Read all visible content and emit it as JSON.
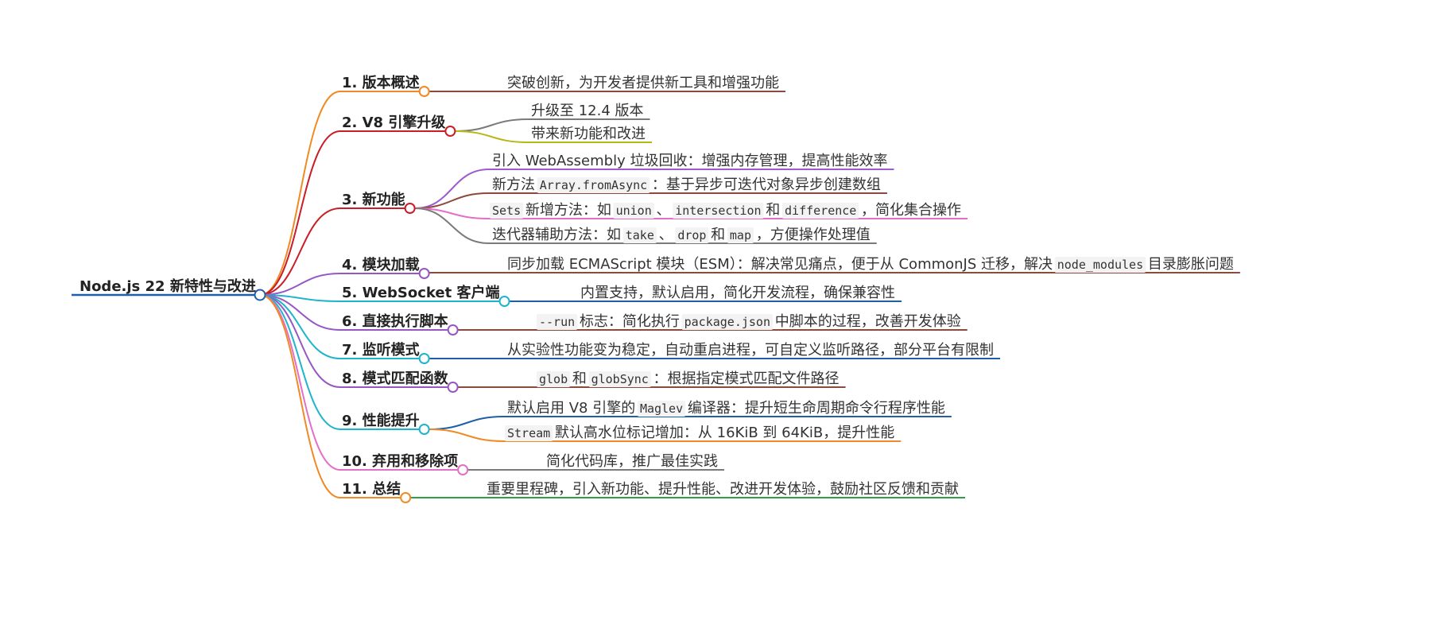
{
  "root": {
    "label": "Node.js 22 新特性与改进",
    "color": "#1f5fa8"
  },
  "branches": [
    {
      "label": "1. 版本概述",
      "color": "#f08a24",
      "leaves": [
        {
          "color": "#8b4a3c",
          "parts": [
            {
              "t": "突破创新，为开发者提供新工具和增强功能"
            }
          ]
        }
      ]
    },
    {
      "label": "2. V8 引擎升级",
      "color": "#c81e28",
      "leaves": [
        {
          "color": "#7a7a7a",
          "parts": [
            {
              "t": "升级至 12.4 版本"
            }
          ]
        },
        {
          "color": "#b8b814",
          "parts": [
            {
              "t": "带来新功能和改进"
            }
          ]
        }
      ]
    },
    {
      "label": "3. 新功能",
      "color": "#c81e28",
      "leaves": [
        {
          "color": "#9d5bd2",
          "parts": [
            {
              "t": "引入 WebAssembly 垃圾回收：增强内存管理，提高性能效率"
            }
          ]
        },
        {
          "color": "#8b4a3c",
          "parts": [
            {
              "t": "新方法 "
            },
            {
              "t": "Array.fromAsync",
              "code": true
            },
            {
              "t": " ：基于异步可迭代对象异步创建数组"
            }
          ]
        },
        {
          "color": "#e36fc6",
          "parts": [
            {
              "t": "Sets",
              "code": true
            },
            {
              "t": " 新增方法：如 "
            },
            {
              "t": "union",
              "code": true
            },
            {
              "t": " 、 "
            },
            {
              "t": "intersection",
              "code": true
            },
            {
              "t": " 和 "
            },
            {
              "t": "difference",
              "code": true
            },
            {
              "t": " ，简化集合操作"
            }
          ]
        },
        {
          "color": "#7a7a7a",
          "parts": [
            {
              "t": "迭代器辅助方法：如 "
            },
            {
              "t": "take",
              "code": true
            },
            {
              "t": " 、 "
            },
            {
              "t": "drop",
              "code": true
            },
            {
              "t": " 和 "
            },
            {
              "t": "map",
              "code": true
            },
            {
              "t": " ，方便操作处理值"
            }
          ]
        }
      ]
    },
    {
      "label": "4. 模块加载",
      "color": "#9657c4",
      "leaves": [
        {
          "color": "#8b4a3c",
          "parts": [
            {
              "t": "同步加载 ECMAScript 模块（ESM）：解决常见痛点，便于从 CommonJS 迁移，解决 "
            },
            {
              "t": "node_modules",
              "code": true
            },
            {
              "t": " 目录膨胀问题"
            }
          ]
        }
      ]
    },
    {
      "label": "5. WebSocket 客户端",
      "color": "#1fb4cc",
      "leaves": [
        {
          "color": "#1f5fa8",
          "parts": [
            {
              "t": "内置支持，默认启用，简化开发流程，确保兼容性"
            }
          ]
        }
      ]
    },
    {
      "label": "6. 直接执行脚本",
      "color": "#9657c4",
      "leaves": [
        {
          "color": "#8b4a3c",
          "parts": [
            {
              "t": "--run",
              "code": true
            },
            {
              "t": " 标志：简化执行 "
            },
            {
              "t": "package.json",
              "code": true
            },
            {
              "t": " 中脚本的过程，改善开发体验"
            }
          ]
        }
      ]
    },
    {
      "label": "7. 监听模式",
      "color": "#1fb4cc",
      "leaves": [
        {
          "color": "#1f5fa8",
          "parts": [
            {
              "t": "从实验性功能变为稳定，自动重启进程，可自定义监听路径，部分平台有限制"
            }
          ]
        }
      ]
    },
    {
      "label": "8. 模式匹配函数",
      "color": "#9657c4",
      "leaves": [
        {
          "color": "#8b4a3c",
          "parts": [
            {
              "t": "glob",
              "code": true
            },
            {
              "t": " 和 "
            },
            {
              "t": "globSync",
              "code": true
            },
            {
              "t": " ：根据指定模式匹配文件路径"
            }
          ]
        }
      ]
    },
    {
      "label": "9. 性能提升",
      "color": "#1fb4cc",
      "leaves": [
        {
          "color": "#1f5fa8",
          "parts": [
            {
              "t": "默认启用 V8 引擎的 "
            },
            {
              "t": "Maglev",
              "code": true
            },
            {
              "t": " 编译器：提升短生命周期命令行程序性能"
            }
          ]
        },
        {
          "color": "#f08a24",
          "parts": [
            {
              "t": "Stream",
              "code": true
            },
            {
              "t": " 默认高水位标记增加：从 16KiB 到 64KiB，提升性能"
            }
          ]
        }
      ]
    },
    {
      "label": "10. 弃用和移除项",
      "color": "#e36fc6",
      "leaves": [
        {
          "color": "#7a7a7a",
          "parts": [
            {
              "t": "简化代码库，推广最佳实践"
            }
          ]
        }
      ]
    },
    {
      "label": "11. 总结",
      "color": "#f08a24",
      "leaves": [
        {
          "color": "#2ea043",
          "parts": [
            {
              "t": "重要里程碑，引入新功能、提升性能、改进开发体验，鼓励社区反馈和贡献"
            }
          ]
        }
      ]
    }
  ]
}
